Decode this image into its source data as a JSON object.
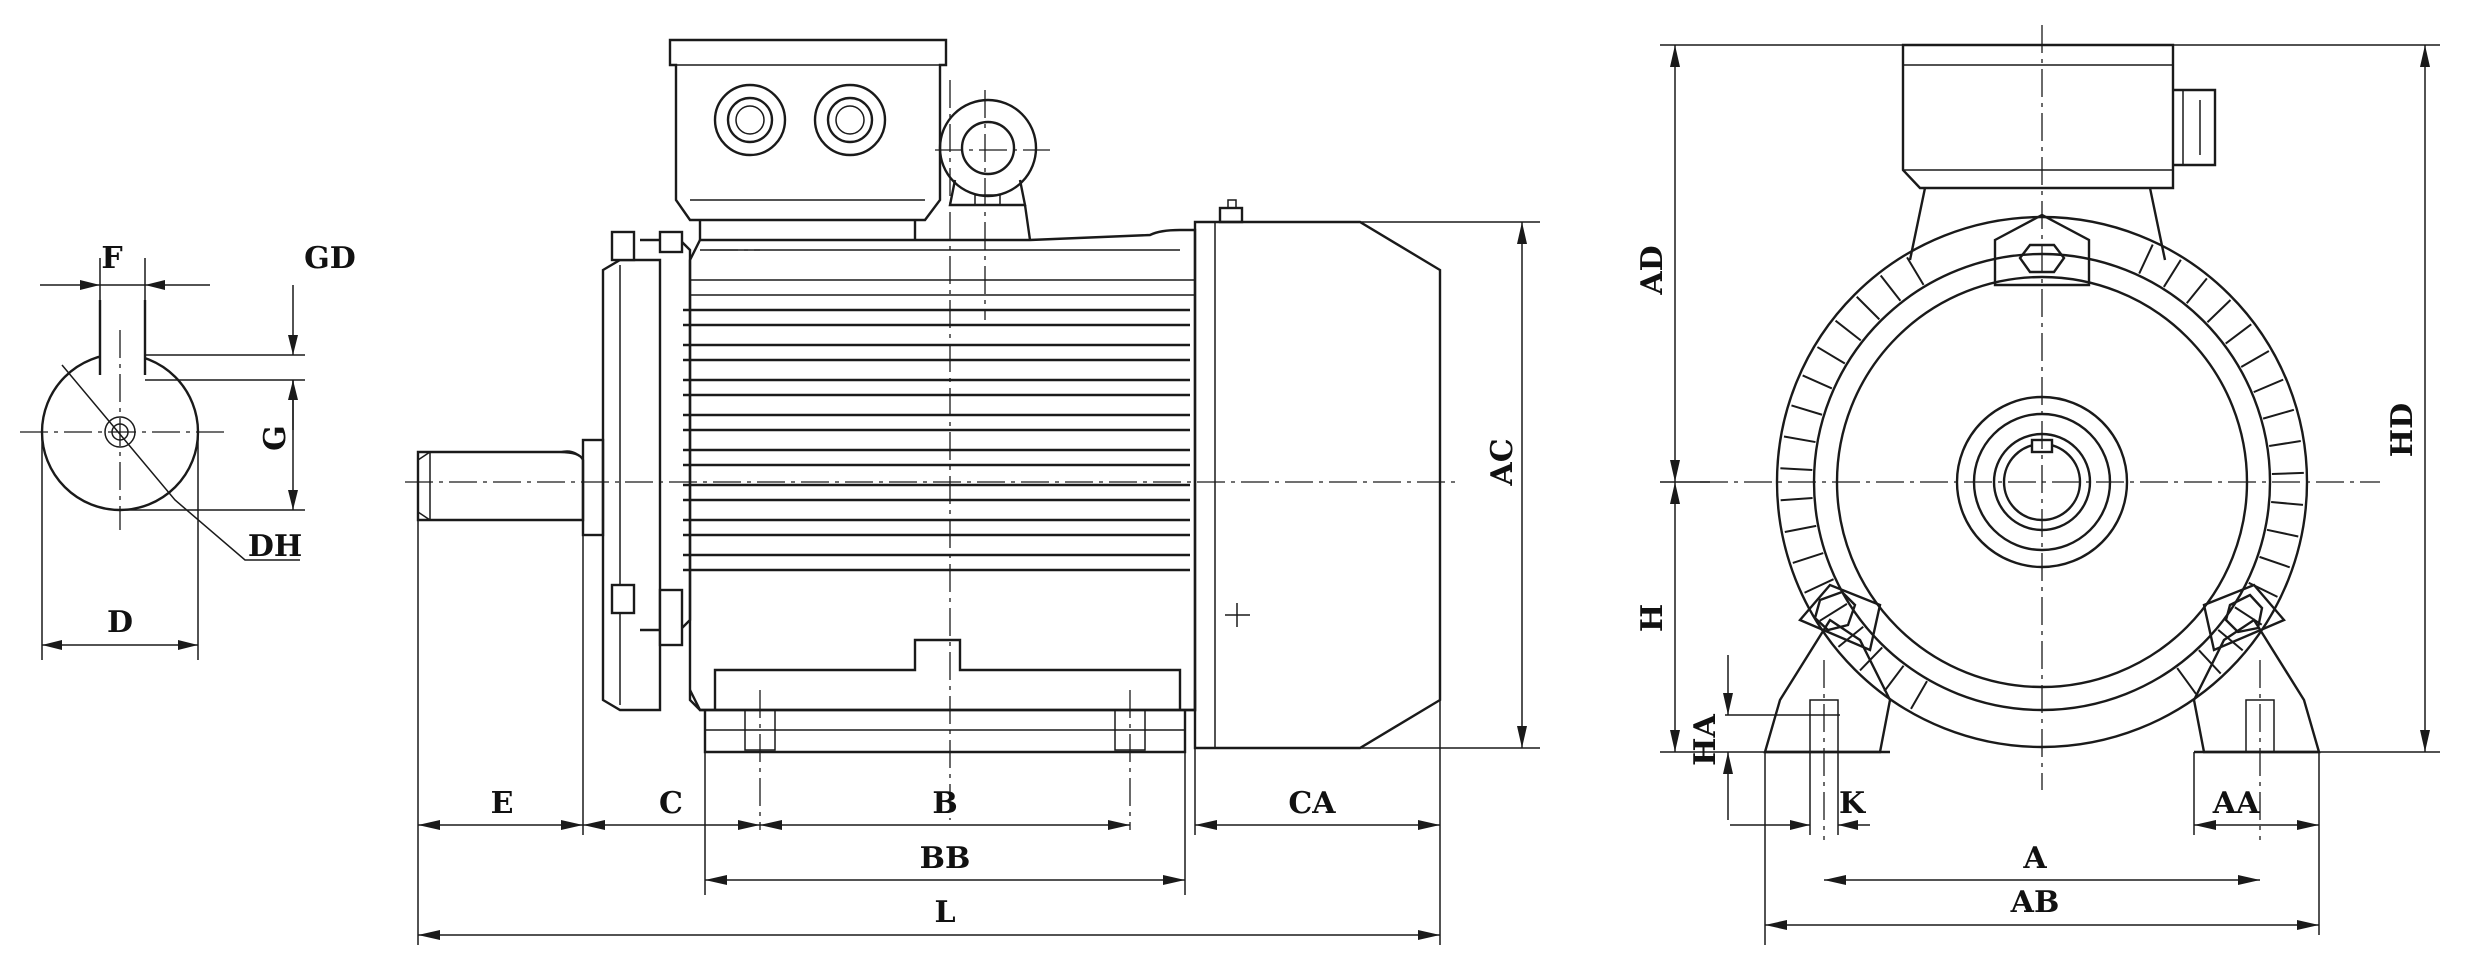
{
  "labels": {
    "F": "F",
    "GD": "GD",
    "G": "G",
    "DH": "DH",
    "D": "D",
    "E": "E",
    "C": "C",
    "B": "B",
    "BB": "BB",
    "L": "L",
    "CA": "CA",
    "AC": "AC",
    "AD": "AD",
    "H": "H",
    "HA": "HA",
    "K": "K",
    "A": "A",
    "AB": "AB",
    "AA": "AA",
    "HD": "HD"
  }
}
